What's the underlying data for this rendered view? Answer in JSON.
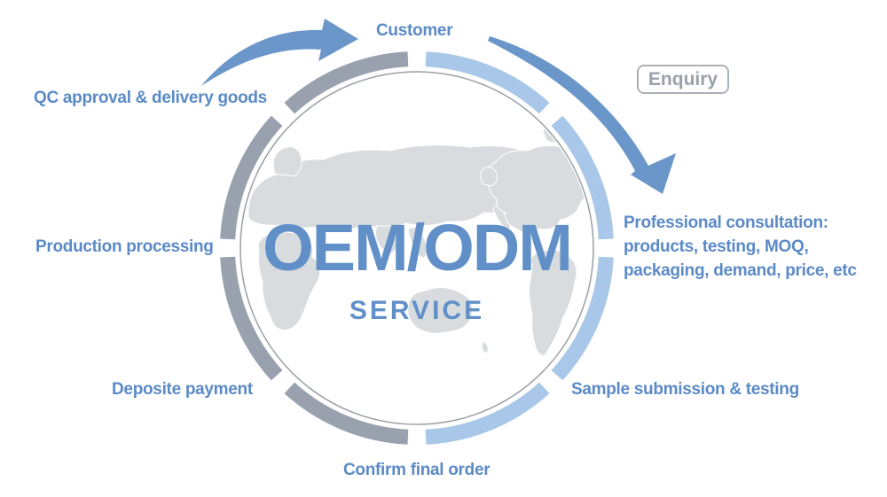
{
  "diagram": {
    "center": {
      "title": "OEM/ODM",
      "subtitle": "SERVICE"
    },
    "badge": {
      "label": "Enquiry"
    },
    "labels": {
      "customer": "Customer",
      "consultation": "Professional consultation:\nproducts, testing, MOQ,\npackaging, demand, price, etc",
      "sample": "Sample submission & testing",
      "confirm": "Confirm final order",
      "deposit": "Deposite payment",
      "production": "Production processing",
      "qc": "QC approval & delivery goods"
    },
    "ring": {
      "segments": [
        {
          "position": "top-right",
          "tone": "blue"
        },
        {
          "position": "right-upper",
          "tone": "blue"
        },
        {
          "position": "right-lower",
          "tone": "blue"
        },
        {
          "position": "bottom-right",
          "tone": "blue"
        },
        {
          "position": "bottom-left",
          "tone": "gray"
        },
        {
          "position": "left-lower",
          "tone": "gray"
        },
        {
          "position": "left-upper",
          "tone": "gray"
        },
        {
          "position": "top-left",
          "tone": "gray"
        }
      ]
    }
  },
  "colors": {
    "label_blue": "#5b8ac6",
    "title_blue": "#6190c9",
    "ring_blue": "#a9c7e8",
    "ring_gray": "#98a1ad",
    "arrow_blue": "#6b96ca",
    "map_gray": "#d9dcde",
    "badge_gray": "#9aa1ab",
    "badge_border": "#aab0b8",
    "circle_stroke": "#9aa0a6"
  }
}
